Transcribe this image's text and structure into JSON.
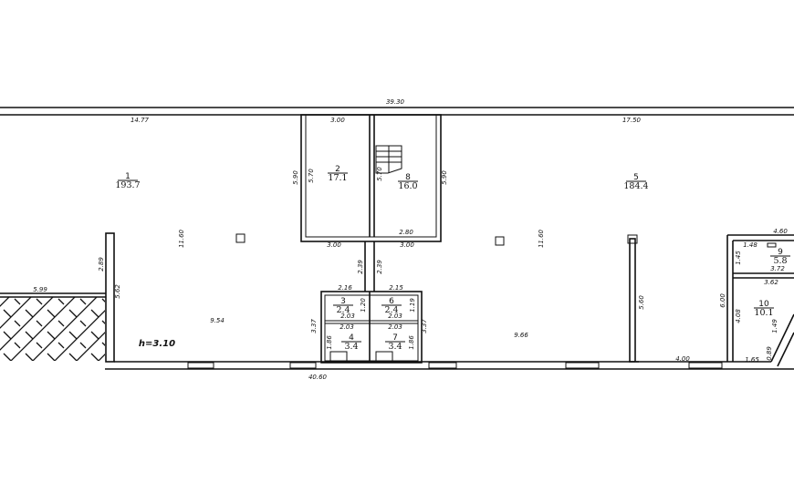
{
  "plan": {
    "height_note": "h=3.10",
    "rooms": [
      {
        "number": "1",
        "area": "193.7"
      },
      {
        "number": "2",
        "area": "17.1"
      },
      {
        "number": "3",
        "area": "2.4"
      },
      {
        "number": "4",
        "area": "3.4"
      },
      {
        "number": "5",
        "area": "184.4"
      },
      {
        "number": "6",
        "area": "2.4"
      },
      {
        "number": "7",
        "area": "3.4"
      },
      {
        "number": "8",
        "area": "16.0"
      },
      {
        "number": "9",
        "area": "5.8"
      },
      {
        "number": "10",
        "area": "10.1"
      }
    ],
    "dimensions": [
      "39.30",
      "14.77",
      "17.50",
      "3.00",
      "5.90",
      "5.70",
      "5.70",
      "5.90",
      "2.80",
      "3.00",
      "3.00",
      "2.39",
      "2.39",
      "11.60",
      "11.60",
      "2.89",
      "5.62",
      "5.99",
      "9.54",
      "9.66",
      "5.60",
      "4.00",
      "40.60",
      "4.60",
      "1.48",
      "1.45",
      "3.72",
      "3.62",
      "6.00",
      "4.08",
      "1.65",
      "1.49",
      "0.89",
      "2.16",
      "2.15",
      "1.20",
      "1.19",
      "2.03",
      "2.03",
      "2.03",
      "2.03",
      "3.37",
      "3.37",
      "1.86",
      "1.86"
    ]
  }
}
